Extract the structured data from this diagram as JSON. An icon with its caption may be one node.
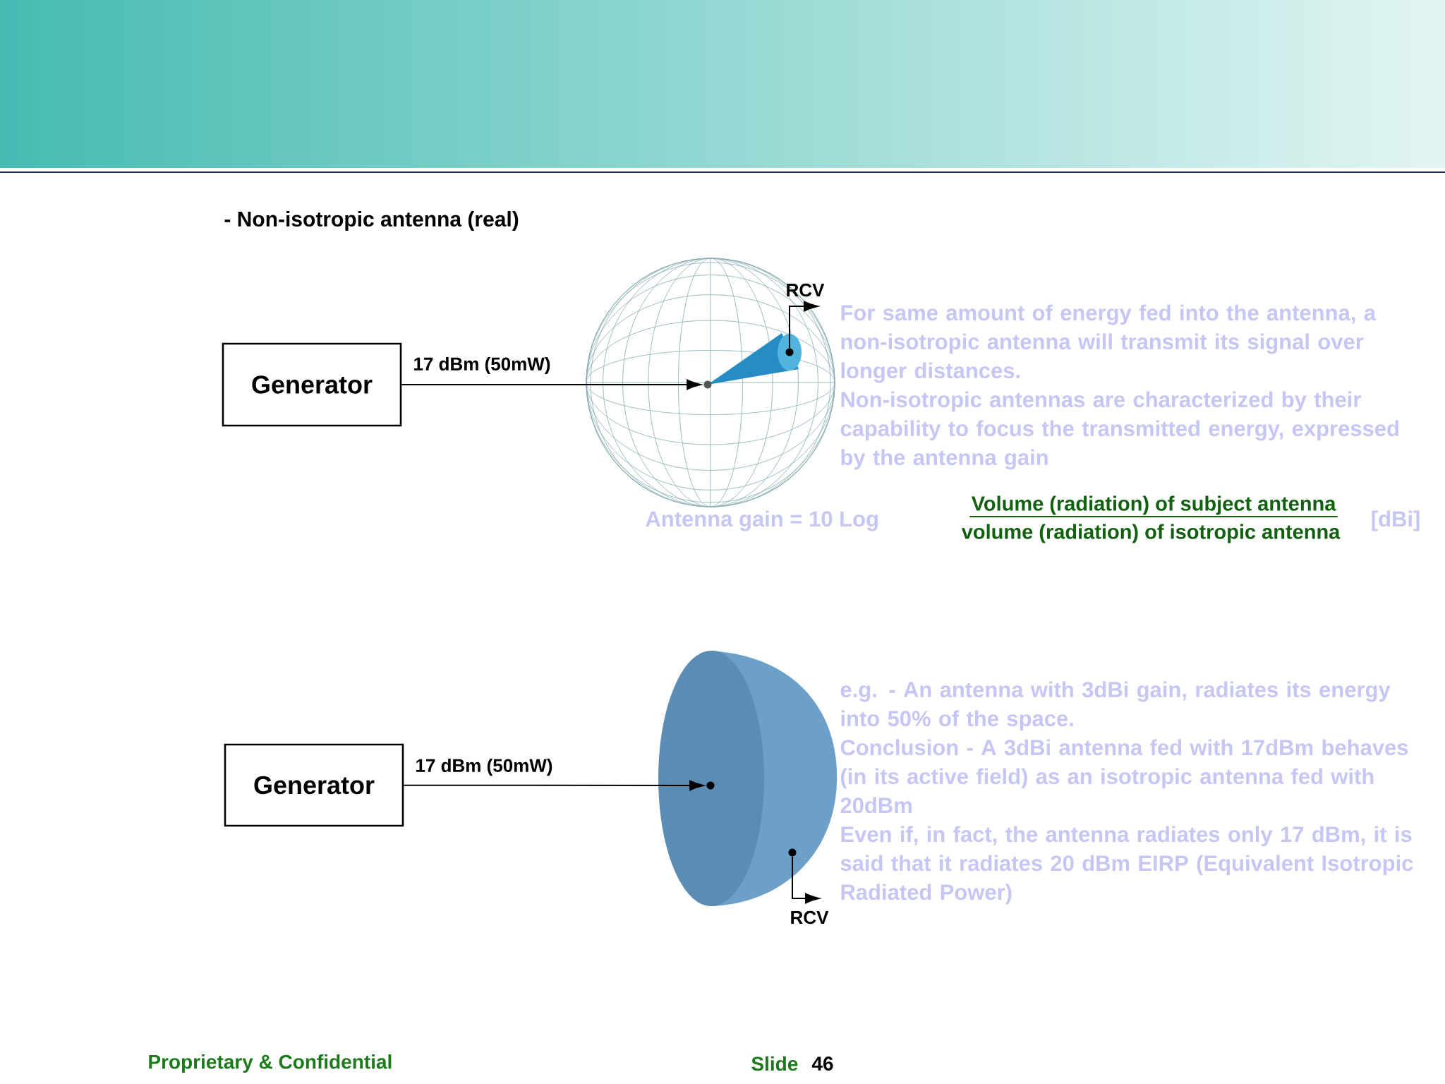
{
  "diagram": {
    "title": "- Non-isotropic antenna (real)",
    "nodes": [
      {
        "text": [
          "Generator"
        ]
      },
      {
        "text": [],
        "shape": "picture"
      },
      {
        "text": [],
        "shape": "circle",
        "in": 1
      },
      {
        "text": [],
        "shape": "circle",
        "in": 1
      },
      {
        "text": [
          "Generator"
        ]
      },
      {
        "text": [],
        "shape": "picture"
      },
      {
        "text": [],
        "shape": "circle",
        "in": 5
      },
      {
        "text": [],
        "shape": "circle",
        "in": 5
      }
    ],
    "edges": [
      {
        "from": 0,
        "to": 2,
        "arrow": "to",
        "label": "17 dBm (50mW)"
      },
      {
        "from": 3,
        "to": null,
        "arrow": "to",
        "label": "RCV"
      },
      {
        "from": 4,
        "to": 6,
        "arrow": "to",
        "label": "17 dBm (50mW)"
      },
      {
        "from": 7,
        "to": null,
        "arrow": "to",
        "label": "RCV"
      }
    ],
    "labels": [
      "For same amount of energy fed into the antenna, a non-isotropic antenna will transmit its signal over longer distances.",
      "Non-isotropic antennas are characterized by their capability to focus the transmitted energy, expressed by the antenna gain",
      "Antenna gain = 10 Log",
      "Volume (radiation) of subject antenna",
      "volume (radiation) of isotropic antenna",
      "[dBi]",
      "e.g. - An antenna with 3dBi gain, radiates its energy into 50% of the space.",
      "Conclusion - A 3dBi antenna fed with 17dBm behaves (in its active field) as an isotropic antenna fed with 20dBm",
      "Even if, in fact, the antenna radiates only 17 dBm, it is said that it radiates 20 dBm EIRP (Equivalent Isotropic Radiated Power)",
      "Proprietary & Confidential",
      "Slide",
      "46"
    ]
  }
}
